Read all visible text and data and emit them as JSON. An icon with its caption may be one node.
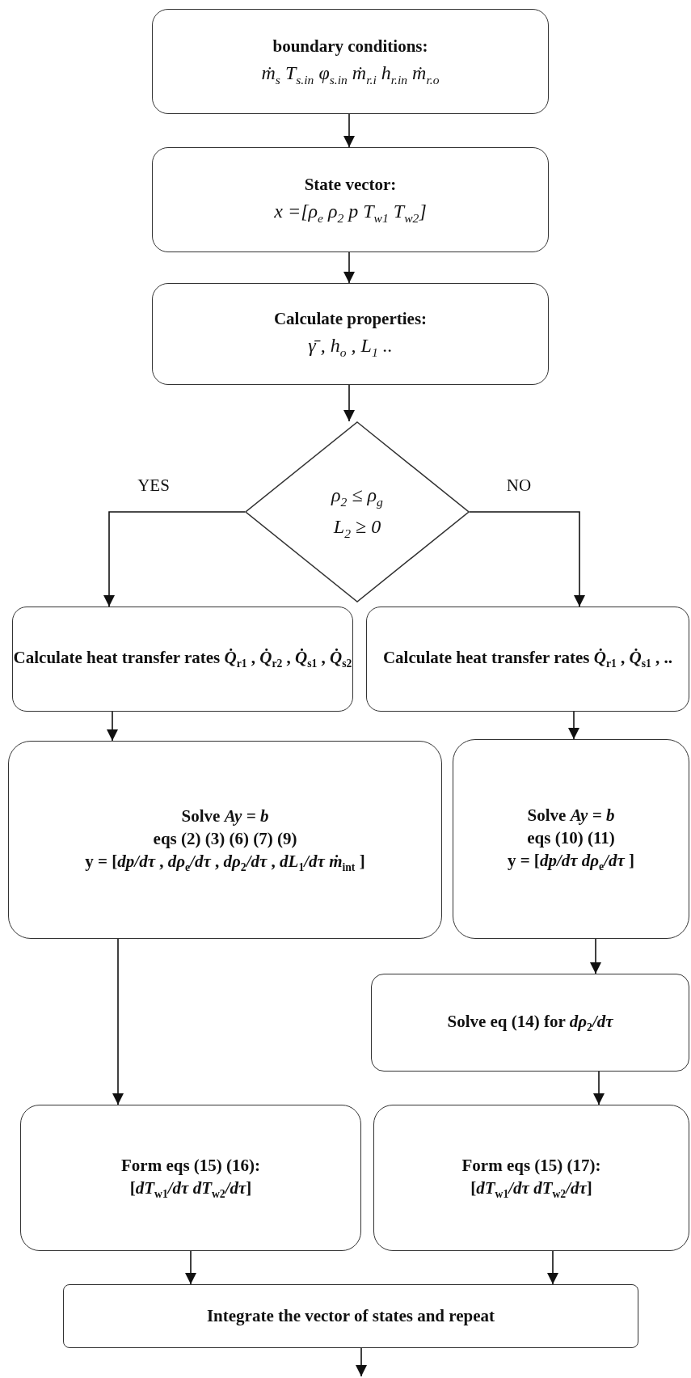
{
  "diagram": {
    "nodes": [
      {
        "text": [
          "boundary conditions:",
          "ṁ$_{s}$ T$_{s.in}$ φ$_{s.in}$ ṁ$_{r.i}$ h$_{r.in}$ ṁ$_{r.o}$"
        ]
      },
      {
        "text": [
          "State vector:",
          "x =[ρ$_{e}$ ρ$_{2}$ p T$_{w1}$ T$_{w2}$]"
        ]
      },
      {
        "text": [
          "Calculate properties:",
          "γ̄ , h$_{o}$ , L$_{1}$ .."
        ]
      },
      {
        "text": [
          "ρ$_{2}$ ≤ ρ$_{g}$",
          "L$_{2}$ ≥ 0"
        ]
      },
      {
        "text": [
          "Calculate heat transfer rates *Q̇*$_{r1}$ , *Q̇*$_{r2}$ , *Q̇*$_{s1}$ , *Q̇*$_{s2}$"
        ]
      },
      {
        "text": [
          "Calculate heat transfer rates *Q̇*$_{r1}$ , *Q̇*$_{s1}$ , .."
        ]
      },
      {
        "text": [
          "Solve *Ay = b*",
          "eqs (2) (3) (6) (7) (9)",
          "y = [*dp/dτ* , *dρ*$_{e}$*/dτ* , *dρ*$_{2}$*/dτ* , *dL*$_{1}$*/dτ* *ṁ*$_{int}$ ]"
        ]
      },
      {
        "text": [
          "Solve *Ay = b*",
          "eqs (10) (11)",
          "y = [*dp/dτ* *dρ*$_{e}$*/dτ* ]"
        ]
      },
      {
        "text": [
          "Solve eq (14) for *dρ*$_{2}$*/dτ*"
        ]
      },
      {
        "text": [
          "Form eqs (15) (16):",
          "[*dT*$_{w1}$*/dτ* *dT*$_{w2}$*/dτ*]"
        ]
      },
      {
        "text": [
          "Form eqs (15) (17):",
          "[*dT*$_{w1}$*/dτ* *dT*$_{w2}$*/dτ*]"
        ]
      },
      {
        "text": [
          "Integrate the vector of states and repeat"
        ]
      }
    ],
    "edges": [
      {
        "from": 0,
        "to": 1,
        "arrow": "to"
      },
      {
        "from": 1,
        "to": 2,
        "arrow": "to"
      },
      {
        "from": 2,
        "to": 3,
        "arrow": "to"
      },
      {
        "from": 3,
        "to": 4,
        "arrow": "to",
        "label": "YES"
      },
      {
        "from": 3,
        "to": 5,
        "arrow": "to",
        "label": "NO"
      },
      {
        "from": 4,
        "to": 6,
        "arrow": "to"
      },
      {
        "from": 5,
        "to": 7,
        "arrow": "to"
      },
      {
        "from": 6,
        "to": 9,
        "arrow": "to"
      },
      {
        "from": 7,
        "to": 8,
        "arrow": "to"
      },
      {
        "from": 8,
        "to": 10,
        "arrow": "to"
      },
      {
        "from": 9,
        "to": 11,
        "arrow": "to"
      },
      {
        "from": 10,
        "to": 11,
        "arrow": "to"
      },
      {
        "from": 11,
        "to": null,
        "arrow": "to"
      }
    ]
  }
}
